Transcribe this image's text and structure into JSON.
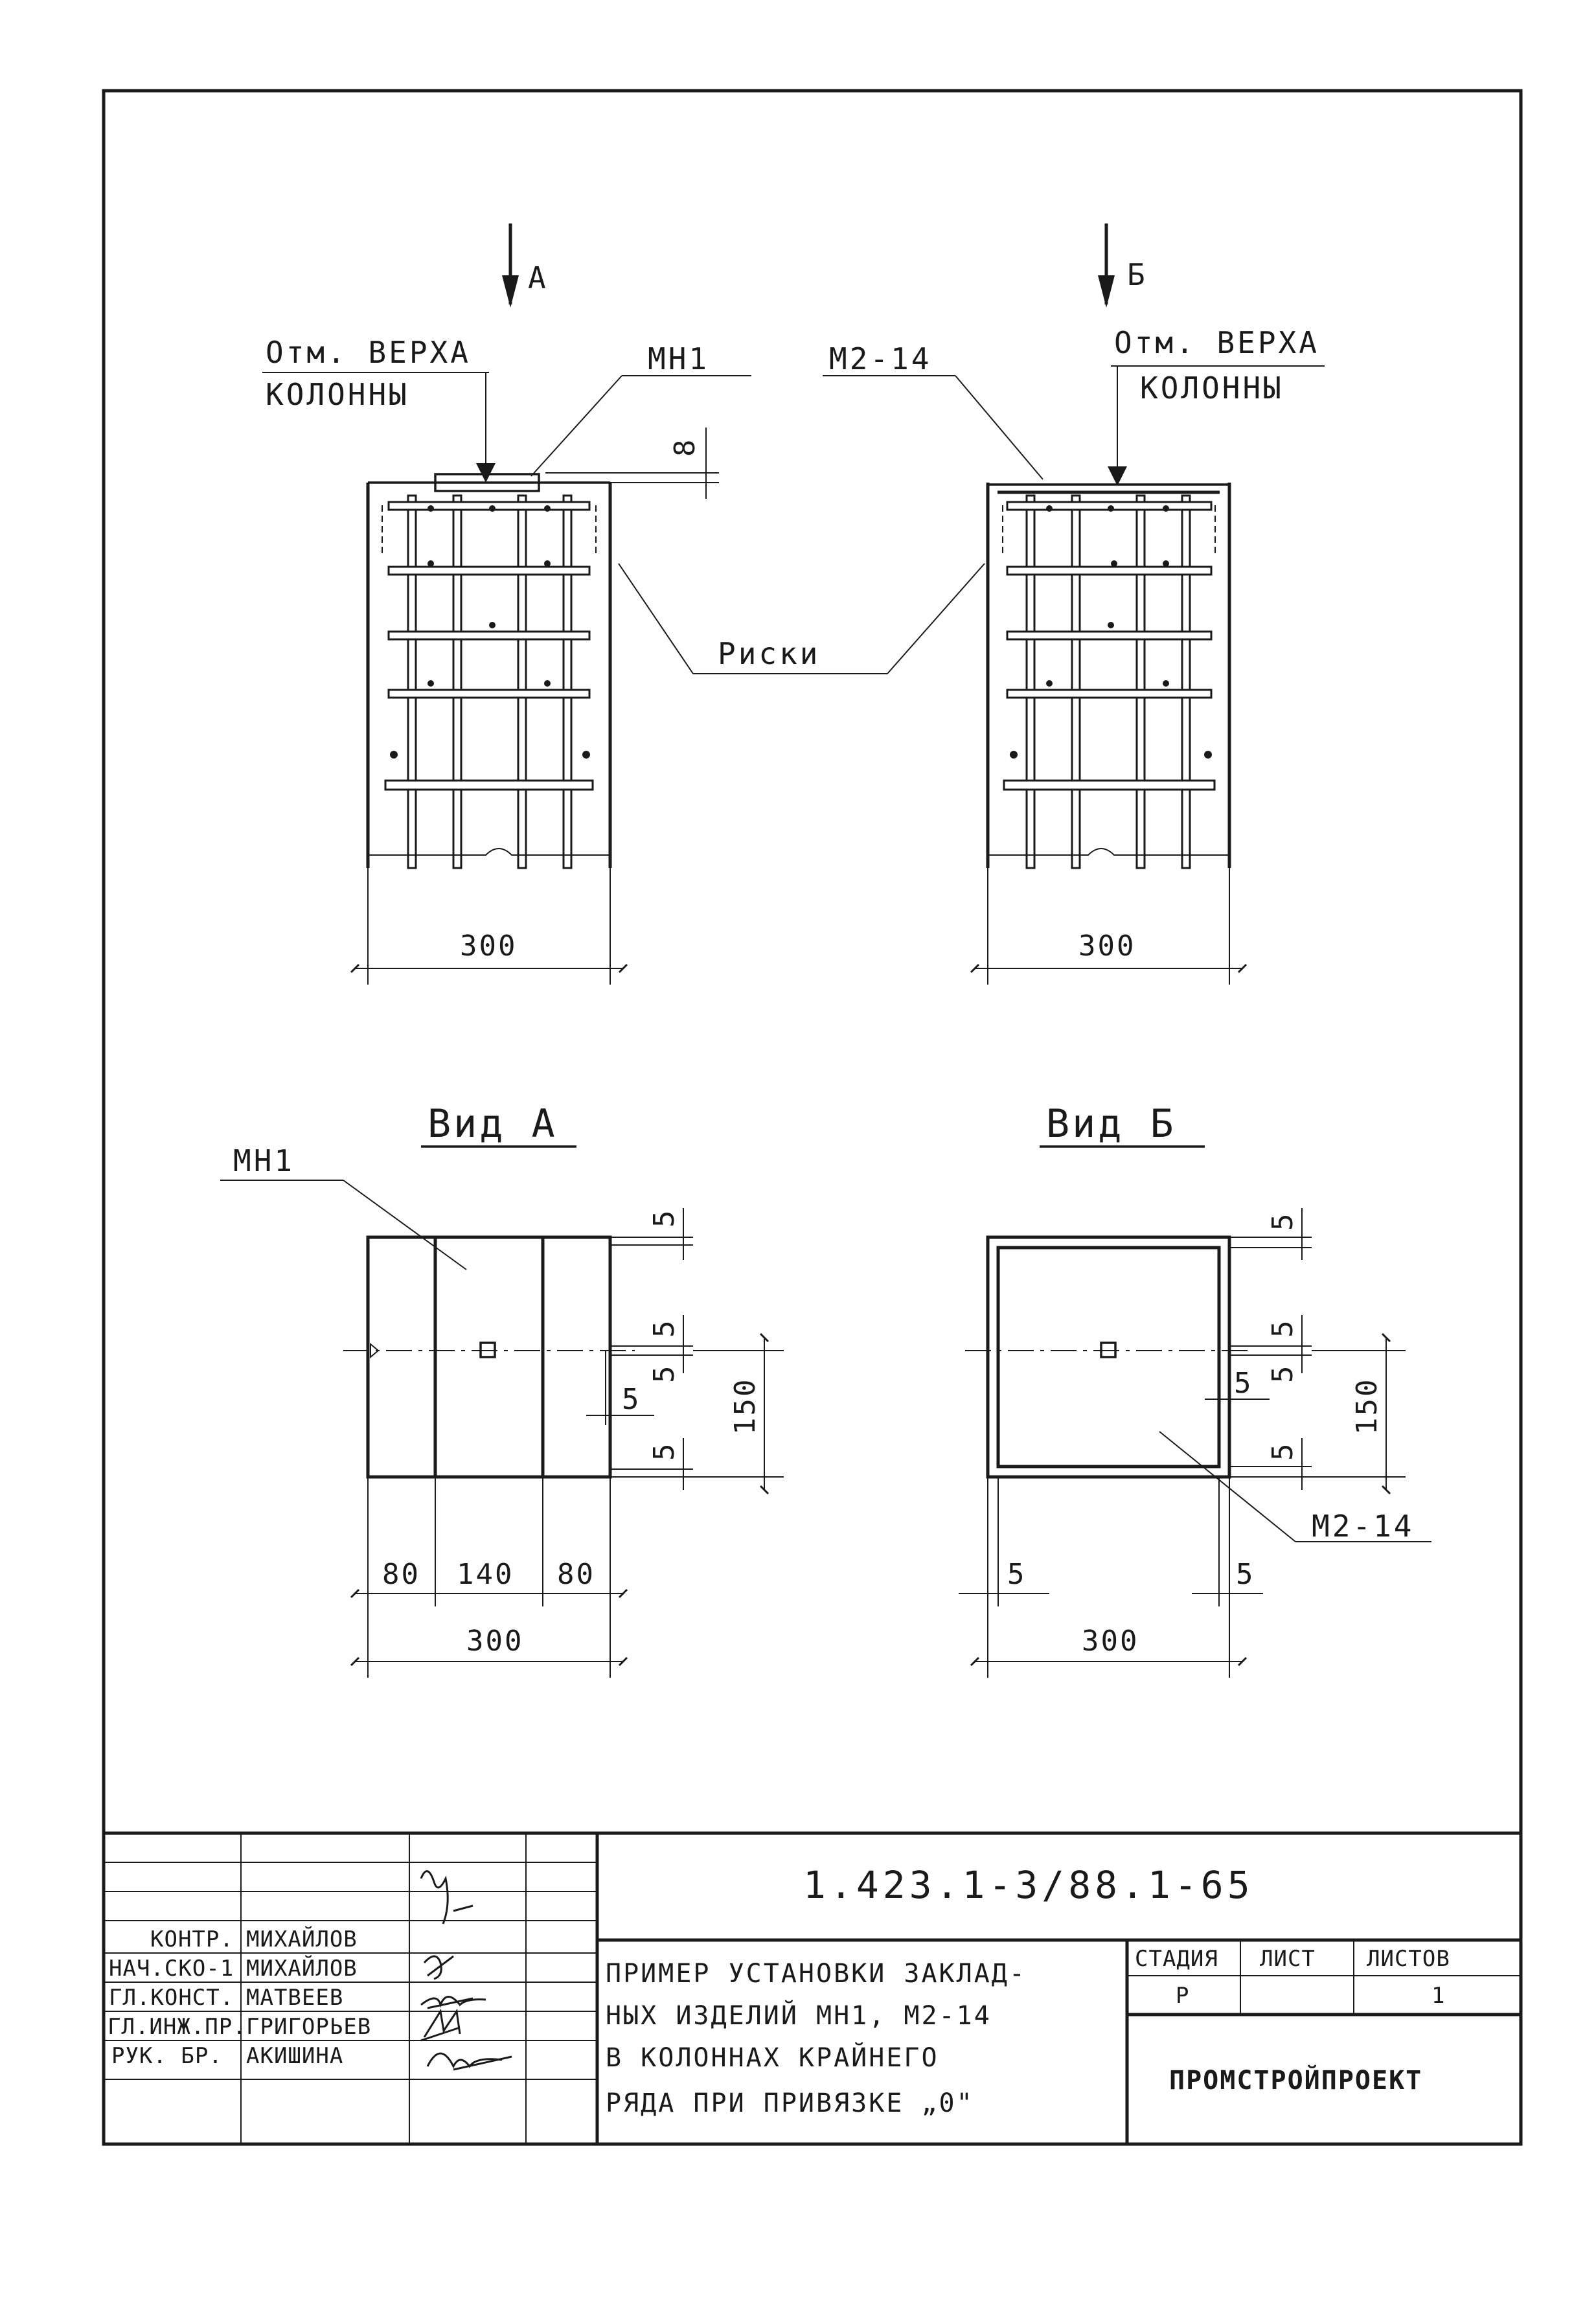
{
  "elevation_left": {
    "section_arrow": "А",
    "top_mark_line1": "Отм. ВЕРХА",
    "top_mark_line2": "КОЛОННЫ",
    "plate_label": "МН1",
    "gap_dim": "8",
    "width_dim": "300"
  },
  "elevation_right": {
    "section_arrow": "Б",
    "top_mark_line1": "Отм. ВЕРХА",
    "top_mark_line2": "КОЛОННЫ",
    "plate_label": "М2-14",
    "width_dim": "300"
  },
  "marks_label": "Риски",
  "view_a": {
    "title": "Вид А",
    "plate_label": "МН1",
    "dims": {
      "top": "5",
      "right_upper": "5",
      "right_mid": "5",
      "inner": "5",
      "right_lower": "5",
      "height": "150",
      "left": "80",
      "middle": "140",
      "right": "80",
      "total": "300"
    }
  },
  "view_b": {
    "title": "Вид Б",
    "plate_label": "М2-14",
    "dims": {
      "top": "5",
      "right_upper": "5",
      "right_mid": "5",
      "inner": "5",
      "right_lower": "5",
      "height": "150",
      "left_edge": "5",
      "right_edge": "5",
      "total": "300"
    }
  },
  "title_block": {
    "document_code": "1.423.1-3/88.1-65",
    "roles": [
      "КОНТР.",
      "НАЧ.СКО-1",
      "ГЛ.КОНСТ.",
      "ГЛ.ИНЖ.ПР.",
      "РУК. БР."
    ],
    "names": [
      "МИХАЙЛОВ",
      "МИХАЙЛОВ",
      "МАТВЕЕВ",
      "ГРИГОРЬЕВ",
      "АКИШИНА"
    ],
    "description_lines": [
      "ПРИМЕР УСТАНОВКИ ЗАКЛАД-",
      "НЫХ ИЗДЕЛИЙ МН1, М2-14",
      "В КОЛОННАХ КРАЙНЕГО",
      "РЯДА ПРИ ПРИВЯЗКЕ „0\""
    ],
    "stage_header": "СТАДИЯ",
    "sheet_header": "ЛИСТ",
    "sheets_header": "ЛИСТОВ",
    "stage_value": "Р",
    "sheet_value": "",
    "sheets_value": "1",
    "organization": "ПРОМСТРОЙПРОЕКТ"
  }
}
